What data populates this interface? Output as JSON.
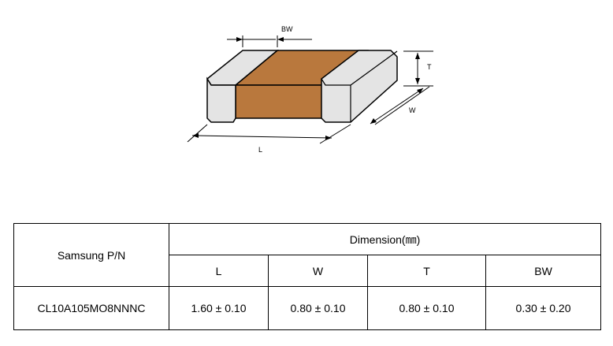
{
  "diagram": {
    "labels": {
      "bw": "BW",
      "t": "T",
      "w": "W",
      "l": "L"
    },
    "colors": {
      "terminal": "#e4e4e4",
      "body": "#b9783d",
      "outline": "#000000"
    }
  },
  "table": {
    "header_pn": "Samsung P/N",
    "header_dimension": "Dimension(㎜)",
    "columns": [
      "L",
      "W",
      "T",
      "BW"
    ],
    "rows": [
      {
        "pn": "CL10A105MO8NNNC",
        "values": [
          "1.60 ± 0.10",
          "0.80 ± 0.10",
          "0.80 ± 0.10",
          "0.30 ± 0.20"
        ]
      }
    ]
  }
}
